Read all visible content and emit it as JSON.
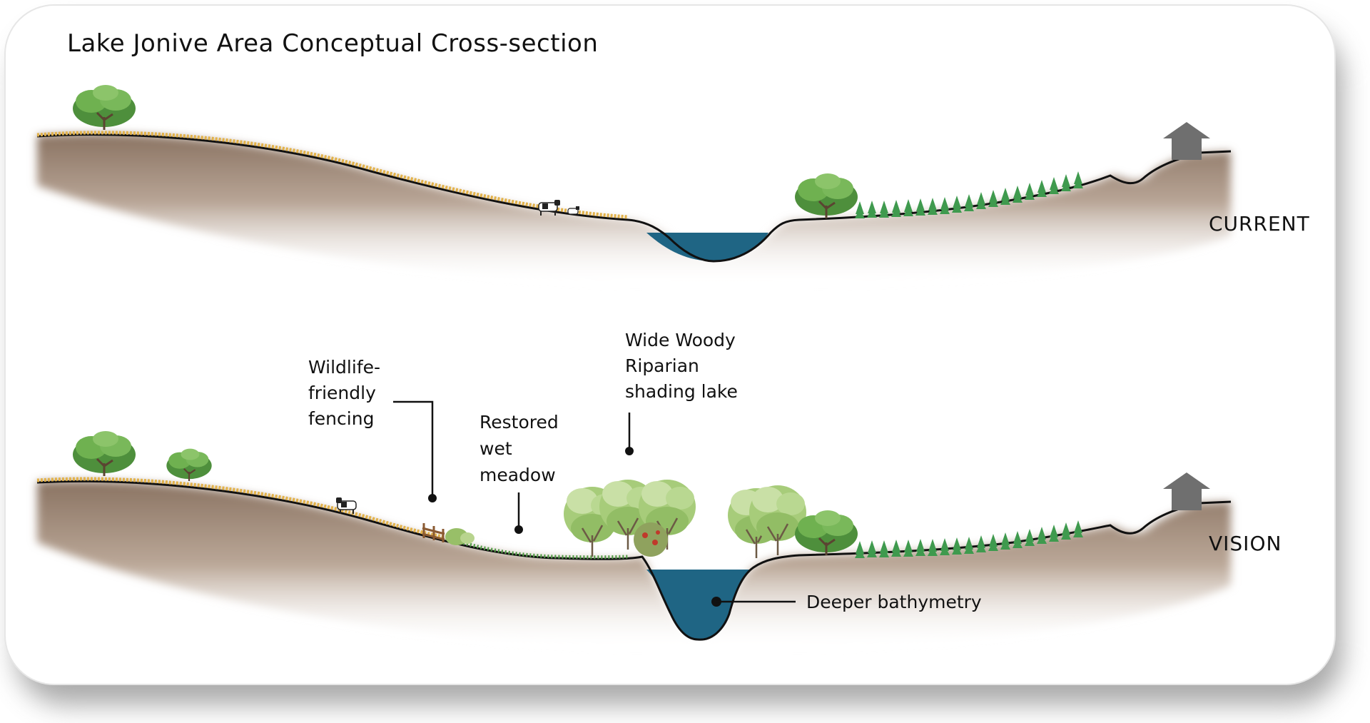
{
  "title": "Lake Jonive Area Conceptual Cross-section",
  "sections": {
    "current": {
      "label": "CURRENT"
    },
    "vision": {
      "label": "VISION"
    }
  },
  "annotations": {
    "fencing": [
      "Wildlife-",
      "friendly",
      "fencing"
    ],
    "meadow": [
      "Restored",
      "wet",
      "meadow"
    ],
    "riparian": [
      "Wide Woody",
      "Riparian",
      "shading lake"
    ],
    "bathymetry": "Deeper bathymetry"
  },
  "colors": {
    "soil_dark": "#8a7362",
    "soil_light": "#f3ede8",
    "water": "#1f6584",
    "grass": "#e2b24a",
    "house": "#6f6f6f",
    "conifer": "#3f9a4e",
    "tree": "#5fa44a"
  }
}
